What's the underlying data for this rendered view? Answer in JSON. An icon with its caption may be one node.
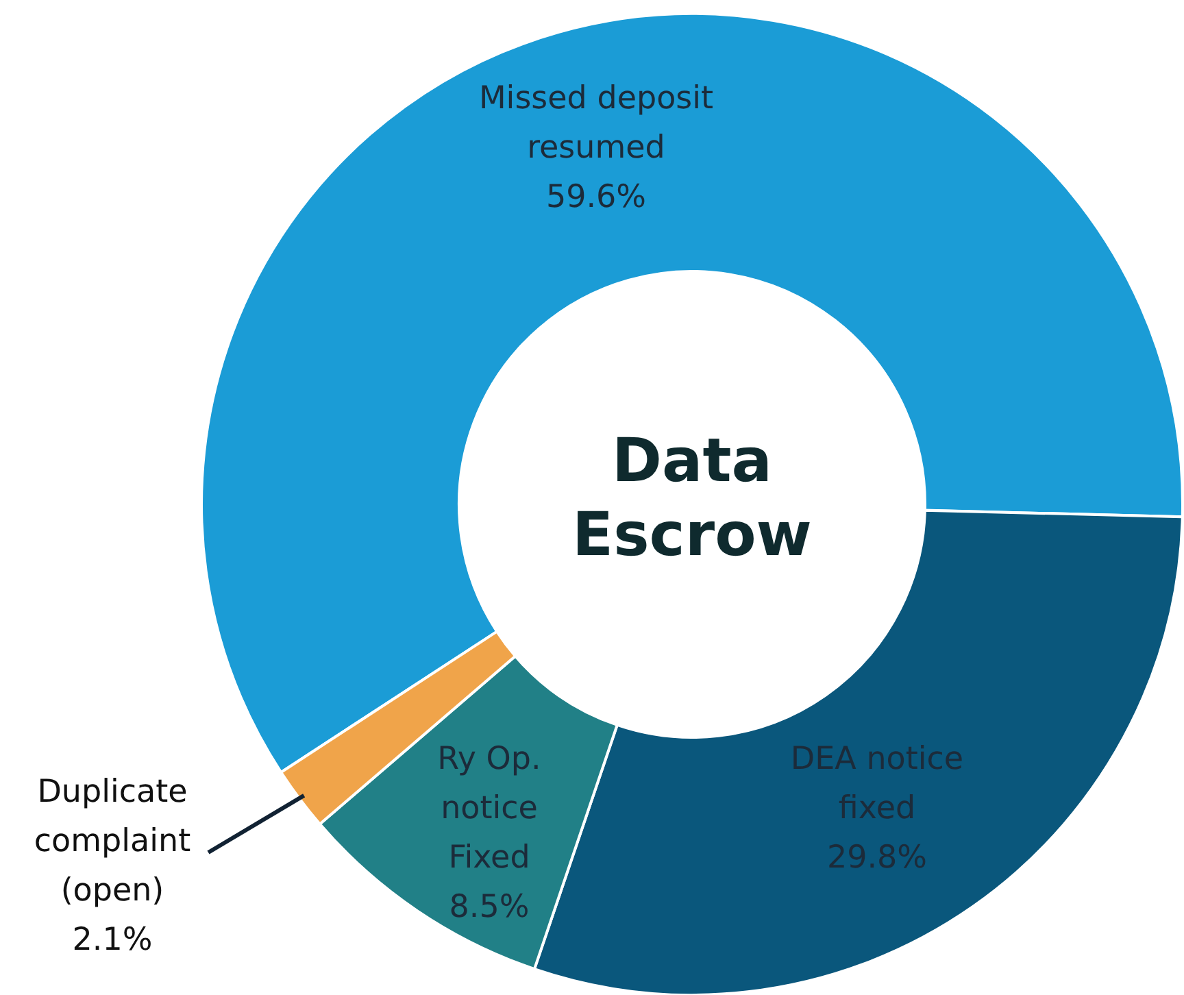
{
  "diagram": {
    "chart_data": {
      "type": "donut",
      "title": "Data Escrow",
      "categories": [
        "Missed deposit resumed",
        "DEA notice fixed",
        "Ry Op. notice Fixed",
        "Duplicate complaint (open)"
      ],
      "series": [
        {
          "values": [
            59.6,
            29.8,
            8.5,
            2.1
          ]
        }
      ],
      "colors": [
        "#1b9cd6",
        "#0a577c",
        "#218087",
        "#f0a44a"
      ],
      "value_labels": [
        "59.6%",
        "29.8%",
        "8.5%",
        "2.1%"
      ]
    }
  }
}
